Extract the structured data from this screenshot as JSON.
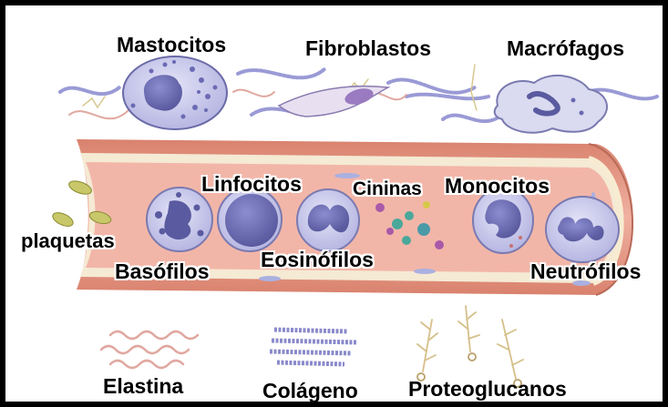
{
  "labels": {
    "mastocitos": "Mastocitos",
    "fibroblastos": "Fibroblastos",
    "macrofagos": "Macrófagos",
    "linfocitos": "Linfocitos",
    "cininas": "Cininas",
    "monocitos": "Monocitos",
    "plaquetas": "plaquetas",
    "basofilos": "Basófilos",
    "eosinofilos": "Eosinófilos",
    "neutrofilos": "Neutrófilos",
    "elastina": "Elastina",
    "colageno": "Colágeno",
    "proteoglucanos": "Proteoglucanos"
  },
  "colors": {
    "vessel_wall": "#e8a08c",
    "lumen": "#f2b2a6",
    "endothelium": "#f8f0d8",
    "cell": "#c9c9ee",
    "nucleus": "#6e6eb4",
    "platelet": "#c8c86a",
    "collagen": "#8a8acc",
    "elastin": "#e0a8a0",
    "proteoglycan": "#e6d8a8"
  }
}
